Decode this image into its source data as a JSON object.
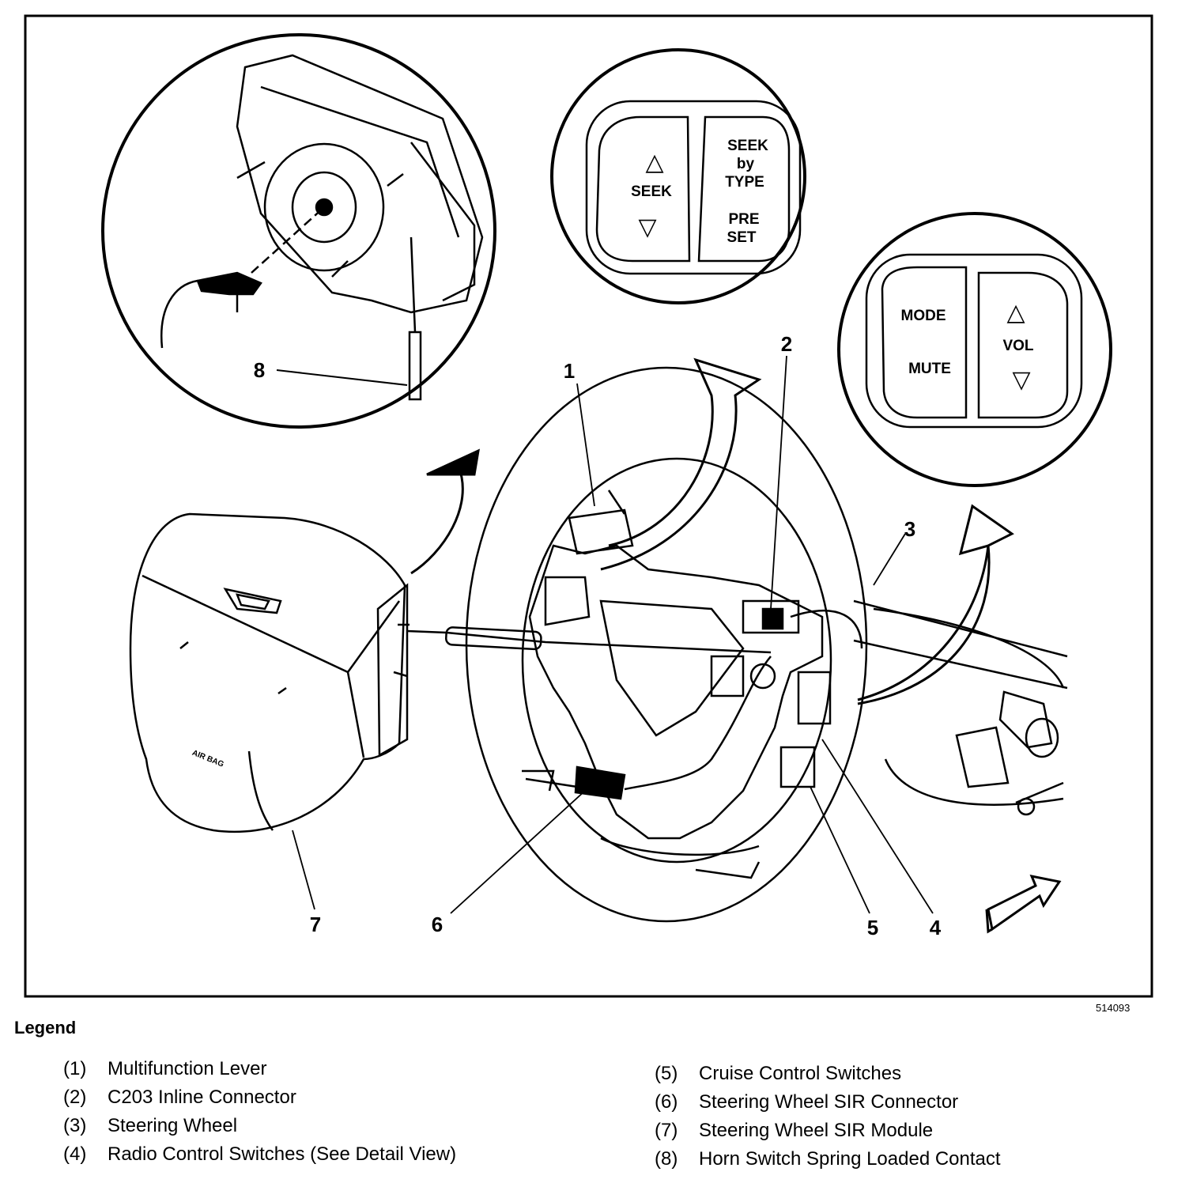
{
  "figure_id": "514093",
  "callouts": [
    "1",
    "2",
    "3",
    "4",
    "5",
    "6",
    "7",
    "8"
  ],
  "detail_seek": {
    "seek_label": "SEEK",
    "seek_by_type": [
      "SEEK",
      "by",
      "TYPE"
    ],
    "preset": [
      "PRE",
      "SET"
    ],
    "up_glyph": "△",
    "down_glyph": "▽"
  },
  "detail_vol": {
    "mode": "MODE",
    "mute": "MUTE",
    "vol": "VOL",
    "up_glyph": "△",
    "down_glyph": "▽"
  },
  "airbag_text": "AIR BAG",
  "legend": {
    "title": "Legend",
    "left": [
      {
        "num": "(1)",
        "text": "Multifunction Lever"
      },
      {
        "num": "(2)",
        "text": "C203 Inline Connector"
      },
      {
        "num": "(3)",
        "text": "Steering Wheel"
      },
      {
        "num": "(4)",
        "text": "Radio Control Switches (See Detail View)"
      }
    ],
    "right": [
      {
        "num": "(5)",
        "text": "Cruise Control Switches"
      },
      {
        "num": "(6)",
        "text": "Steering Wheel SIR Connector"
      },
      {
        "num": "(7)",
        "text": "Steering Wheel SIR Module"
      },
      {
        "num": "(8)",
        "text": "Horn Switch Spring Loaded Contact"
      }
    ]
  }
}
